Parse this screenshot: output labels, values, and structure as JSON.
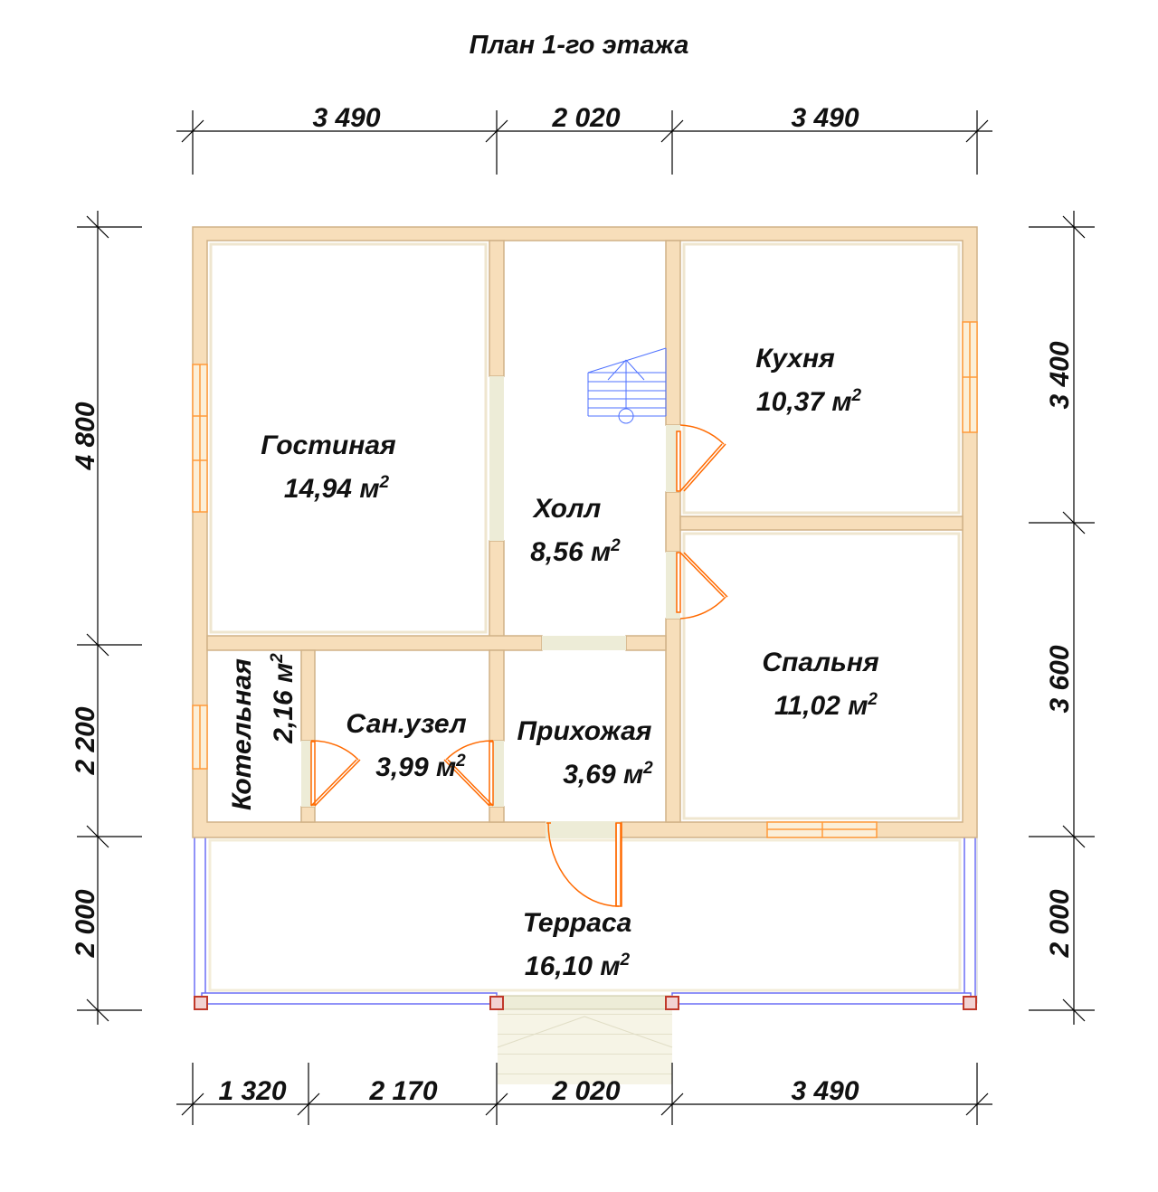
{
  "title": "План 1-го этажа",
  "dimensions": {
    "top": [
      "3 490",
      "2 020",
      "3 490"
    ],
    "bottom": [
      "1 320",
      "2 170",
      "2 020",
      "3 490"
    ],
    "left": [
      "4 800",
      "2 200",
      "2 000"
    ],
    "right": [
      "3 400",
      "3 600",
      "2 000"
    ]
  },
  "rooms": {
    "living": {
      "name": "Гостиная",
      "area": "14,94 м",
      "sup": "2"
    },
    "hall": {
      "name": "Холл",
      "area": "8,56 м",
      "sup": "2"
    },
    "kitchen": {
      "name": "Кухня",
      "area": "10,37 м",
      "sup": "2"
    },
    "bedroom": {
      "name": "Спальня",
      "area": "11,02 м",
      "sup": "2"
    },
    "boiler": {
      "name": "Котельная",
      "area": "2,16 м",
      "sup": "2"
    },
    "bathroom": {
      "name": "Сан.узел",
      "area": "3,99 м",
      "sup": "2"
    },
    "entrance": {
      "name": "Прихожая",
      "area": "3,69 м",
      "sup": "2"
    },
    "terrace": {
      "name": "Терраса",
      "area": "16,10 м",
      "sup": "2"
    }
  },
  "colors": {
    "wall": "#f7deba",
    "wall_outline": "#d1b287",
    "opening": "#edecd7",
    "window_frame": "#ff9a3a",
    "door_swing": "#ff6a00",
    "stair": "#4f72ff",
    "terrace_rail": "#6b6ef5",
    "post": "#c0392b",
    "dimension": "#000000"
  }
}
